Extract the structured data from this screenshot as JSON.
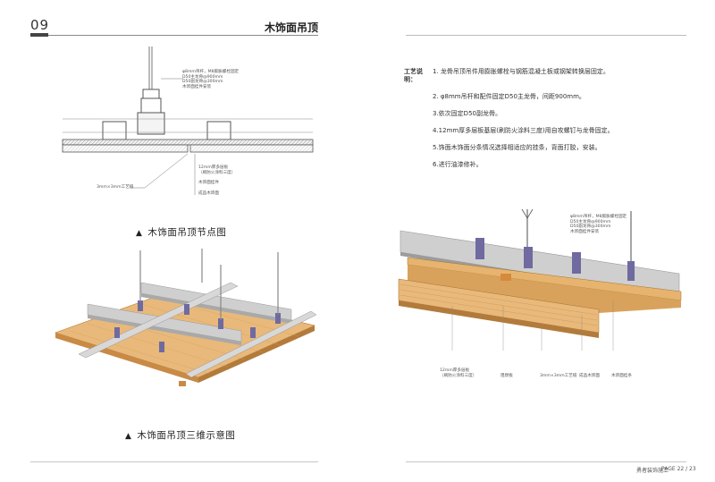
{
  "left_page": {
    "page_number": "09",
    "section_title": "木饰面吊顶",
    "node_annotations_top": [
      "φ8mm吊杆，M8膨胀螺栓固定",
      "D50主龙骨@900mm",
      "D50副龙骨@300mm",
      "木饰面挂件安装"
    ],
    "node_annotations_bottom": [
      "12mm厚多层板",
      "（刷防火涂料三度）",
      "木饰面挂件",
      "成品木饰面"
    ],
    "node_annotation_side": "3mm×3mm工艺缝",
    "caption_node": "木饰面吊顶节点图",
    "caption_3d": "木饰面吊顶三维示意图"
  },
  "right_page": {
    "notes_label": "工艺说明：",
    "notes": [
      "1. 龙骨吊顶吊件用膨胀螺栓与钢筋混凝土板或钢架转换层固定。",
      "2. φ8mm吊杆和配件固定D50主龙骨，间距900mm。",
      "3.依次固定D50副龙骨。",
      "4.12mm厚多层板基层(刷防火涂料三度)用自攻螺钉与龙骨固定。",
      "5.饰面木饰面分条情况选择相适应的挂条，背面打胶，安装。",
      "6.进行油漆修补。"
    ],
    "iso_annotations_top": [
      "φ8mm吊杆，M8膨胀螺栓固定",
      "D50主龙骨@900mm",
      "D50副龙骨@300mm",
      "木饰面挂件安装"
    ],
    "iso_annotations_bottom": [
      "12mm厚多层板",
      "（刷防火涂料三度）",
      "阻燃板",
      "3mm×3mm工艺缝",
      "成品木饰面",
      "木饰面挂条"
    ],
    "footer_brand": "勇者装饰施工",
    "footer_page": "PAGE 22 / 23"
  },
  "colors": {
    "wood_light": "#e8b97a",
    "wood_dark": "#c98a45",
    "steel": "#c9c9c9",
    "clip": "#6f6aa0"
  }
}
